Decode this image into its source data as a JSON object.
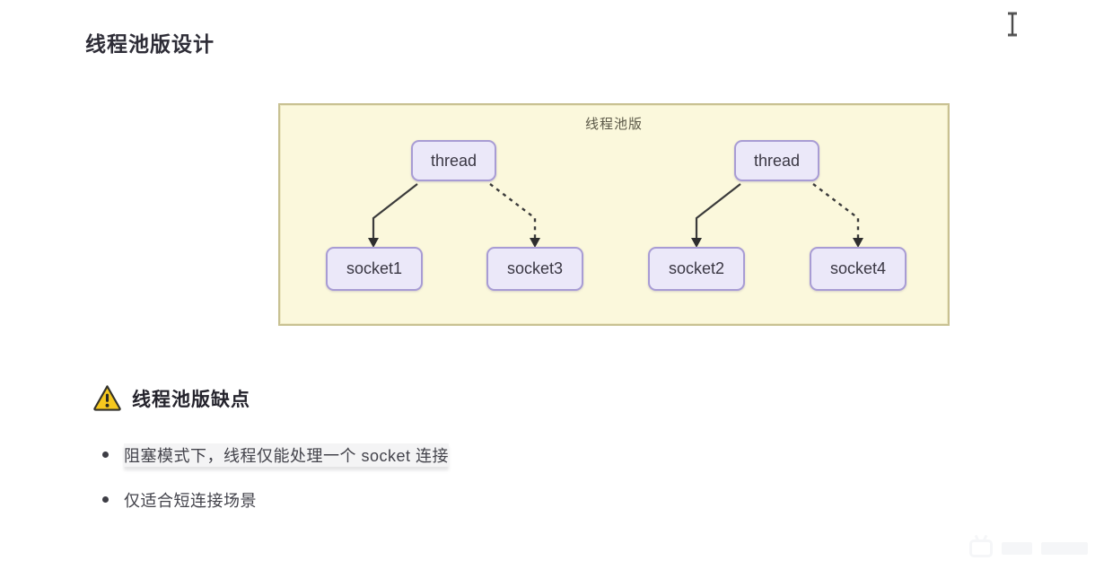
{
  "page": {
    "title": "线程池版设计",
    "background": "#ffffff"
  },
  "diagram": {
    "label": "线程池版",
    "container_bg": "#fbf8dc",
    "container_border": "#c8c192",
    "node_fill": "#ebe8f9",
    "node_border": "#a89cd4",
    "node_text_color": "#3a3743",
    "arrow_color": "#3b3b3b",
    "threads": [
      {
        "label": "thread",
        "targets": [
          {
            "socket": "socket1",
            "edge_style": "solid"
          },
          {
            "socket": "socket3",
            "edge_style": "dashed"
          }
        ]
      },
      {
        "label": "thread",
        "targets": [
          {
            "socket": "socket2",
            "edge_style": "solid"
          },
          {
            "socket": "socket4",
            "edge_style": "dashed"
          }
        ]
      }
    ],
    "sockets": [
      "socket1",
      "socket3",
      "socket2",
      "socket4"
    ]
  },
  "warning": {
    "icon": "warning-triangle-icon",
    "icon_color": "#f6c81e",
    "heading": "线程池版缺点",
    "bullets": [
      "阻塞模式下，线程仅能处理一个 socket 连接",
      "仅适合短连接场景"
    ]
  },
  "cursor": {
    "icon": "text-cursor-icon"
  },
  "watermark": {
    "icon": "tv-logo-icon"
  }
}
